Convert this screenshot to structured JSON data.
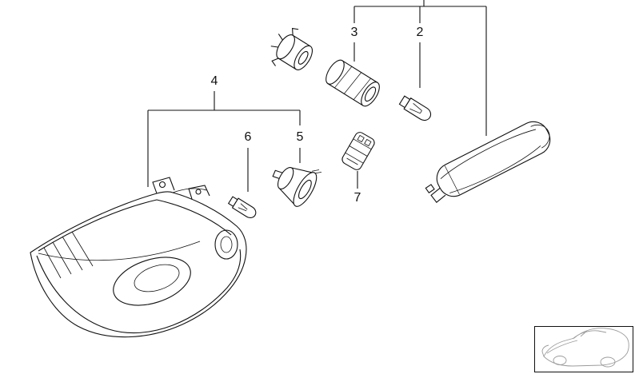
{
  "diagram": {
    "type": "exploded-parts-diagram",
    "callouts": {
      "c2": {
        "label": "2"
      },
      "c3": {
        "label": "3"
      },
      "c4": {
        "label": "4"
      },
      "c5": {
        "label": "5"
      },
      "c6": {
        "label": "6"
      },
      "c7": {
        "label": "7"
      }
    },
    "colors": {
      "background": "#ffffff",
      "line": "#111111",
      "inset_car_line": "#9b9b9b"
    }
  }
}
